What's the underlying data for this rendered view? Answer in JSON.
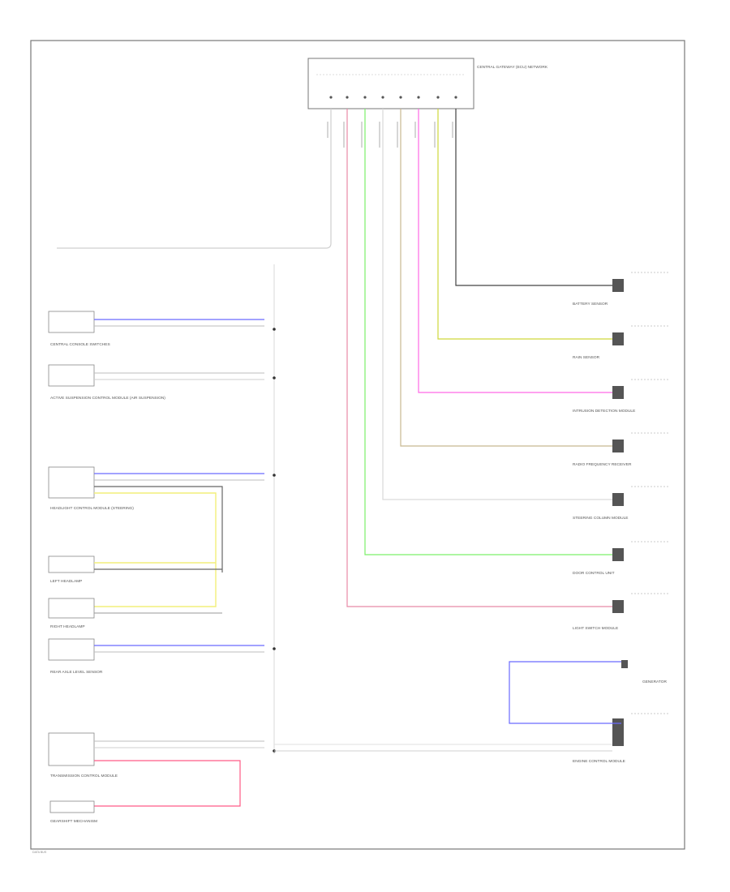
{
  "colors": {
    "frame": "#777777",
    "black_wire": "#444444",
    "white_wire": "#cfcfcf",
    "blue_wire": "#6a6aff",
    "grey_wire": "#bdbdbd",
    "yellow_wire": "#f2ef7a",
    "yellow_green_wire": "#cfd83a",
    "pink_wire": "#ff69e6",
    "tan_wire": "#c8b890",
    "green_wire": "#7cf06a",
    "light_green_wire": "#8df07a",
    "red_wire": "#ff5a86",
    "orange_wire": "#e8b070"
  },
  "central_module": {
    "title": "CENTRAL GATEWAY (ECU) NETWORK"
  },
  "left_components": [
    {
      "name": "CENTRAL CONSOLE SWITCHES"
    },
    {
      "name": "ACTIVE SUSPENSION CONTROL MODULE (AIR SUSPENSION)"
    },
    {
      "name": "HEADLIGHT CONTROL MODULE (STEERING)"
    },
    {
      "name": "LEFT HEADLAMP"
    },
    {
      "name": "RIGHT HEADLAMP"
    },
    {
      "name": "REAR AXLE LEVEL SENSOR"
    },
    {
      "name": "TRANSMISSION CONTROL MODULE"
    },
    {
      "name": "GEARSHIFT MECHANISM"
    }
  ],
  "right_components": [
    {
      "name": "BATTERY SENSOR"
    },
    {
      "name": "RAIN SENSOR"
    },
    {
      "name": "INTRUSION DETECTION MODULE"
    },
    {
      "name": "RADIO FREQUENCY RECEIVER"
    },
    {
      "name": "STEERING COLUMN MODULE"
    },
    {
      "name": "DOOR CONTROL UNIT"
    },
    {
      "name": "LIGHT SWITCH MODULE"
    },
    {
      "name": "GENERATOR"
    },
    {
      "name": "ENGINE CONTROL MODULE"
    }
  ],
  "footer_code": "DATA BUS"
}
